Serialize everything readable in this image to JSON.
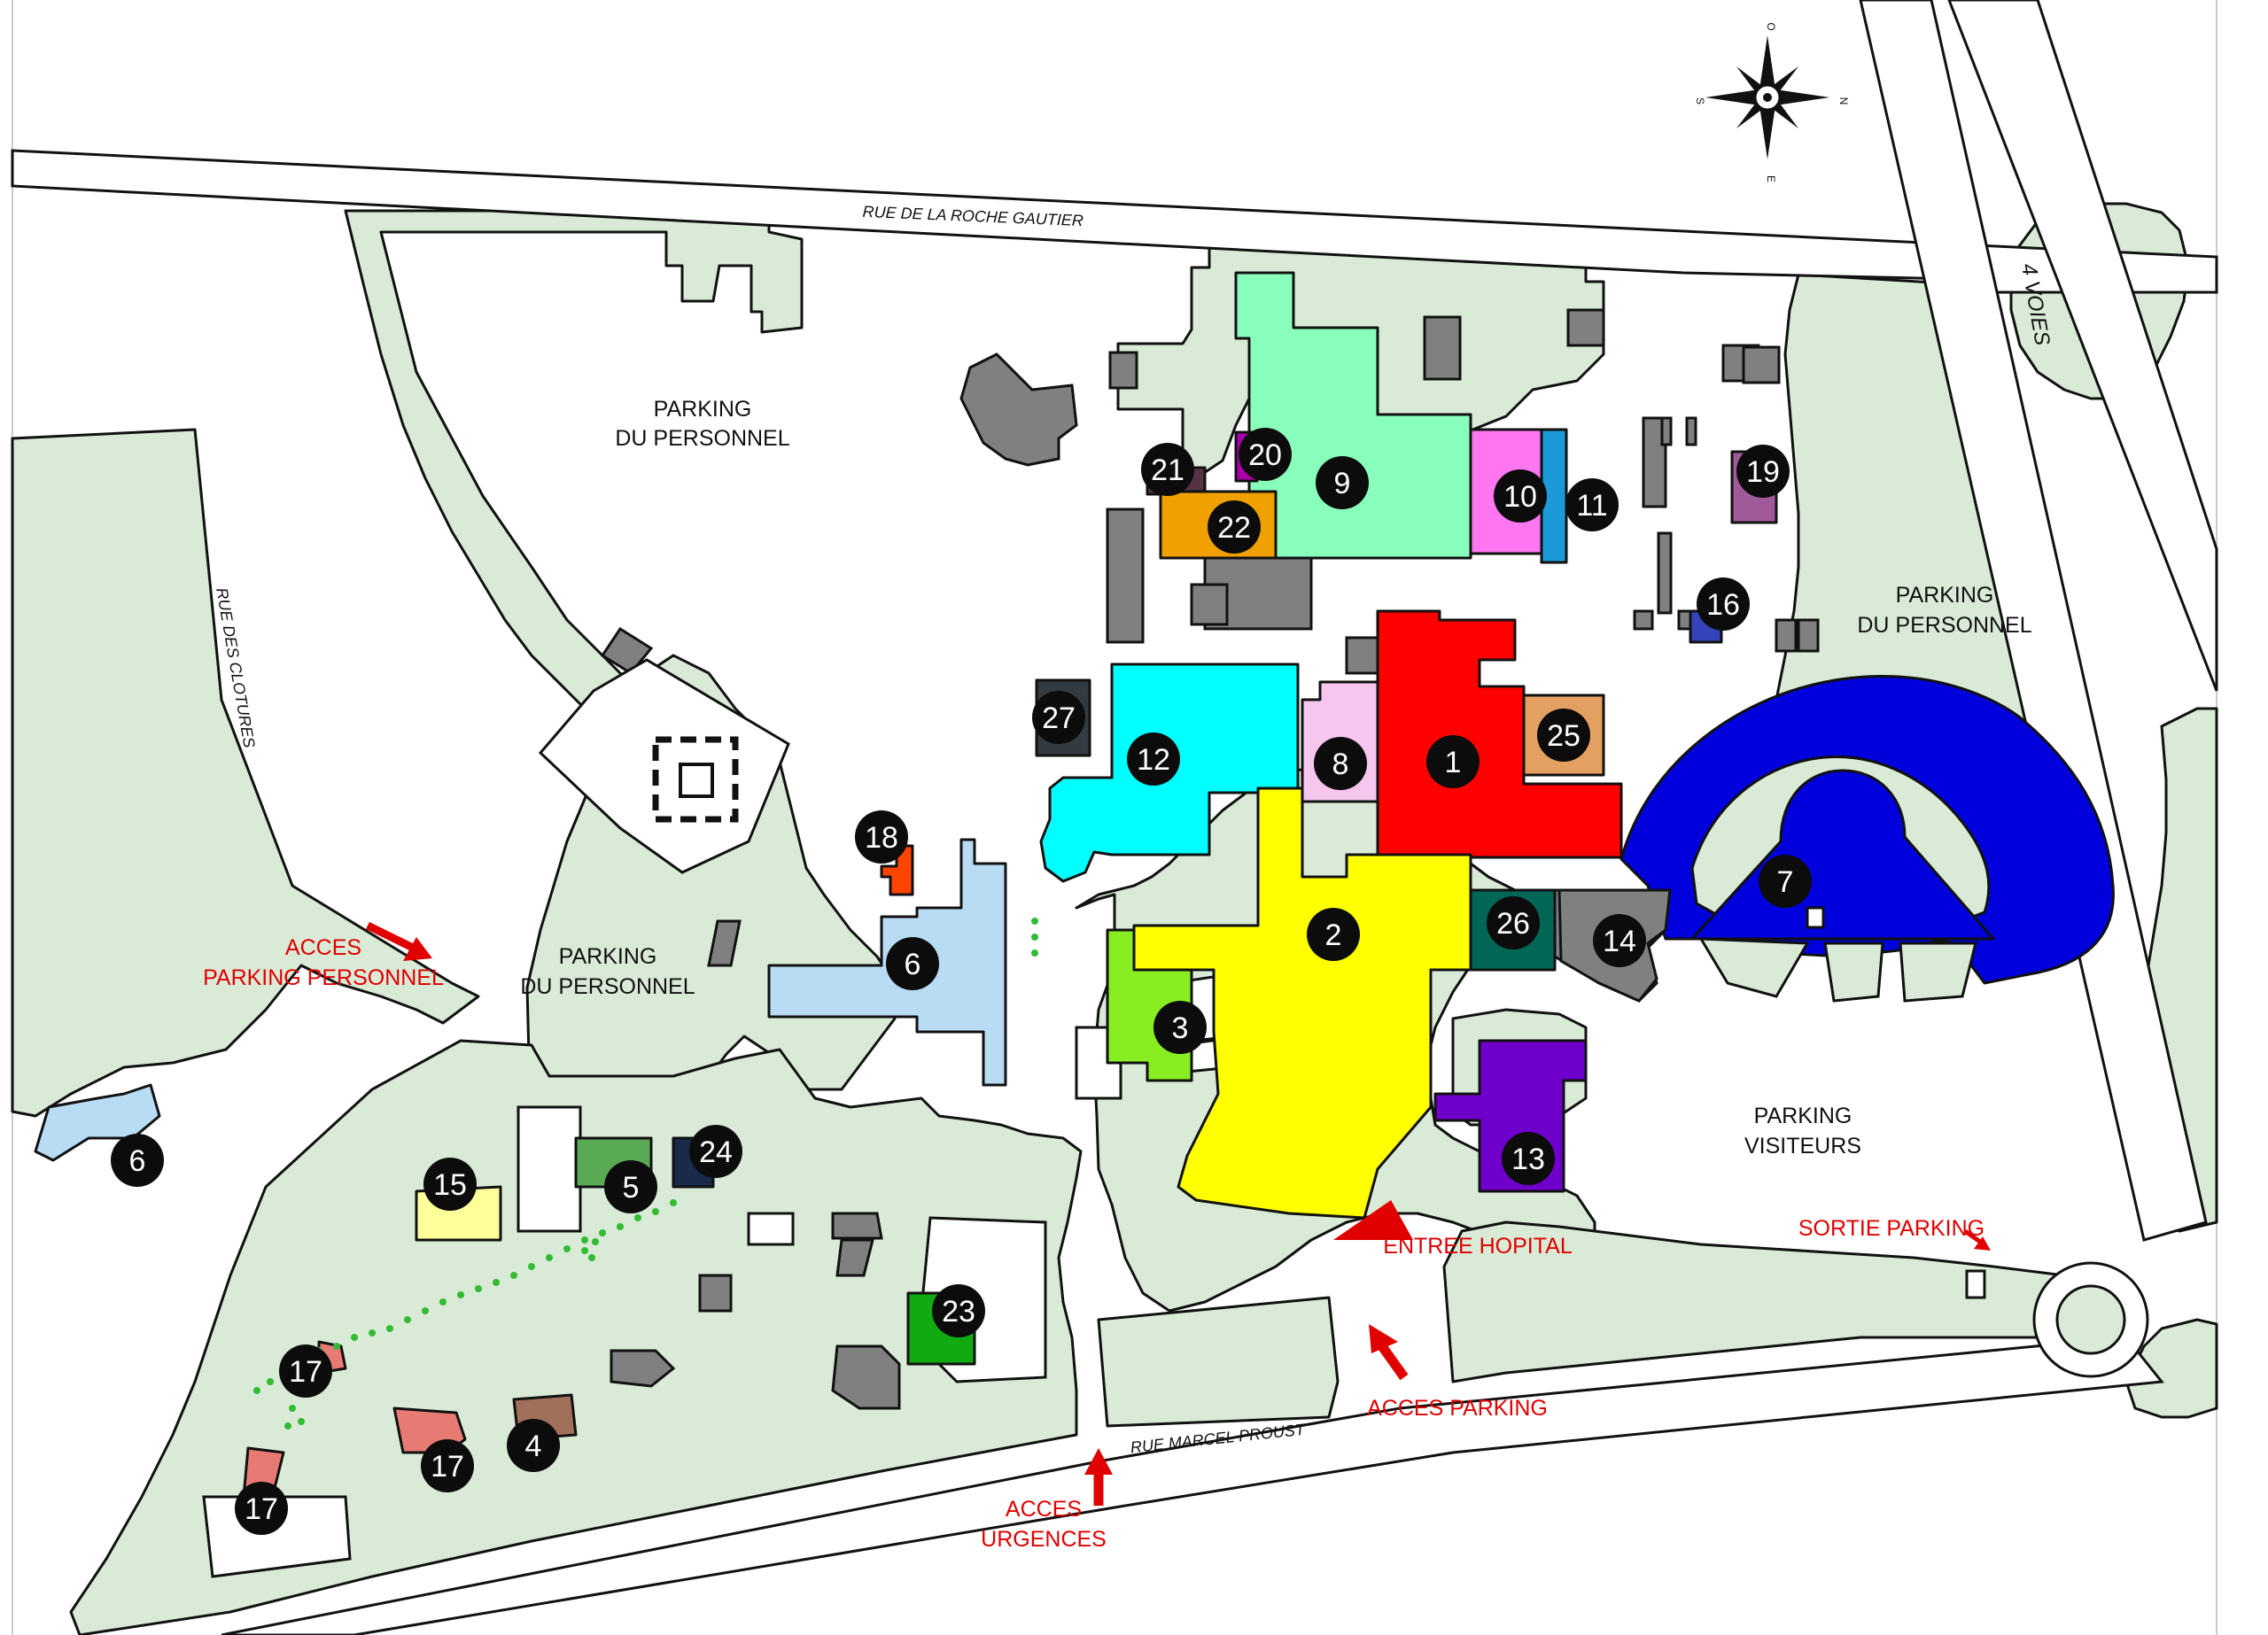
{
  "map": {
    "streets": {
      "roche_gautier": "RUE DE LA ROCHE GAUTIER",
      "clotures": "RUE DES CLOTURES",
      "marcel_proust": "RUE MARCEL PROUST",
      "quatre_voies": "4 VOIES"
    },
    "parkings": {
      "personnel_north": [
        "PARKING",
        "DU PERSONNEL"
      ],
      "personnel_west": [
        "PARKING",
        "DU PERSONNEL"
      ],
      "personnel_east": [
        "PARKING",
        "DU PERSONNEL"
      ],
      "visiteurs": [
        "PARKING",
        "VISITEURS"
      ]
    },
    "access_labels": {
      "acces_parking_personnel": [
        "ACCES",
        "PARKING PERSONNEL"
      ],
      "entree_hopital": "ENTREE  HOPITAL",
      "acces_parking": "ACCES PARKING",
      "acces_urgences": [
        "ACCES",
        "URGENCES"
      ],
      "sortie_parking": "SORTIE PARKING"
    },
    "compass": {
      "n": "N",
      "s": "S",
      "e": "E",
      "o": "O"
    },
    "colors": {
      "grass": "#d9ead6",
      "access_red": "#e00000",
      "b1": "#ff0000",
      "b2": "#ffff00",
      "b3": "#88ee22",
      "b4": "#a0705a",
      "b5": "#5aaa55",
      "b6": "#b8dcf4",
      "b7": "#0000dd",
      "b8": "#f6c6ee",
      "b9": "#88ffbb",
      "b10": "#ff77f0",
      "b11": "#1a9ad8",
      "b12": "#00ffff",
      "b13": "#6f00cc",
      "b14": "#808080",
      "b15": "#ffff99",
      "b16": "#3344bb",
      "b17": "#e87a74",
      "b18": "#ff4400",
      "b19": "#a05a9a",
      "b20": "#aa00aa",
      "b21": "#553344",
      "b22": "#f0a000",
      "b23": "#11aa11",
      "b24": "#1a2a4a",
      "b25": "#e4a060",
      "b26": "#006655",
      "b27": "#333a40"
    },
    "markers": [
      "1",
      "2",
      "3",
      "4",
      "5",
      "6",
      "6",
      "7",
      "8",
      "9",
      "10",
      "11",
      "12",
      "13",
      "14",
      "15",
      "16",
      "17",
      "17",
      "17",
      "18",
      "19",
      "20",
      "21",
      "22",
      "23",
      "24",
      "25",
      "26",
      "27"
    ]
  }
}
